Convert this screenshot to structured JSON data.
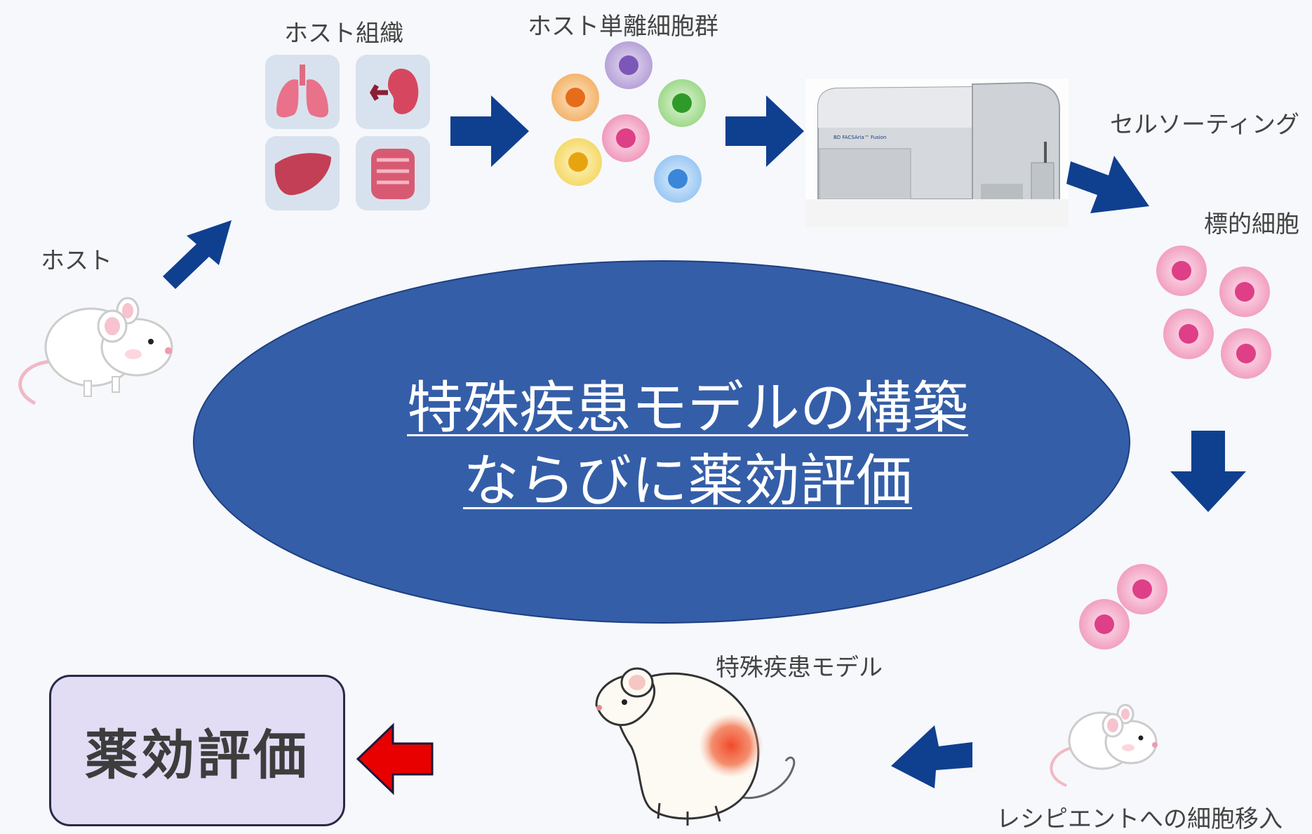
{
  "center": {
    "line1": "特殊疾患モデルの構築",
    "line2": "ならびに薬効評価"
  },
  "labels": {
    "host": "ホスト",
    "host_tissue": "ホスト組織",
    "single_cells": "ホスト単離細胞群",
    "cell_sorting": "セルソーティング",
    "target_cells": "標的細胞",
    "transplant": "レシピエントへの細胞移入",
    "disease_model": "特殊疾患モデル"
  },
  "instrument": {
    "brand": "BD FACSAria™ Fusion"
  },
  "result": {
    "label": "薬効評価"
  },
  "colors": {
    "ellipse": "#345ea8",
    "arrow_blue": "#0f3f8f",
    "arrow_red": "#e80000",
    "result_box": "#e3dcf5",
    "cell_pink": "#ef8fb5"
  }
}
